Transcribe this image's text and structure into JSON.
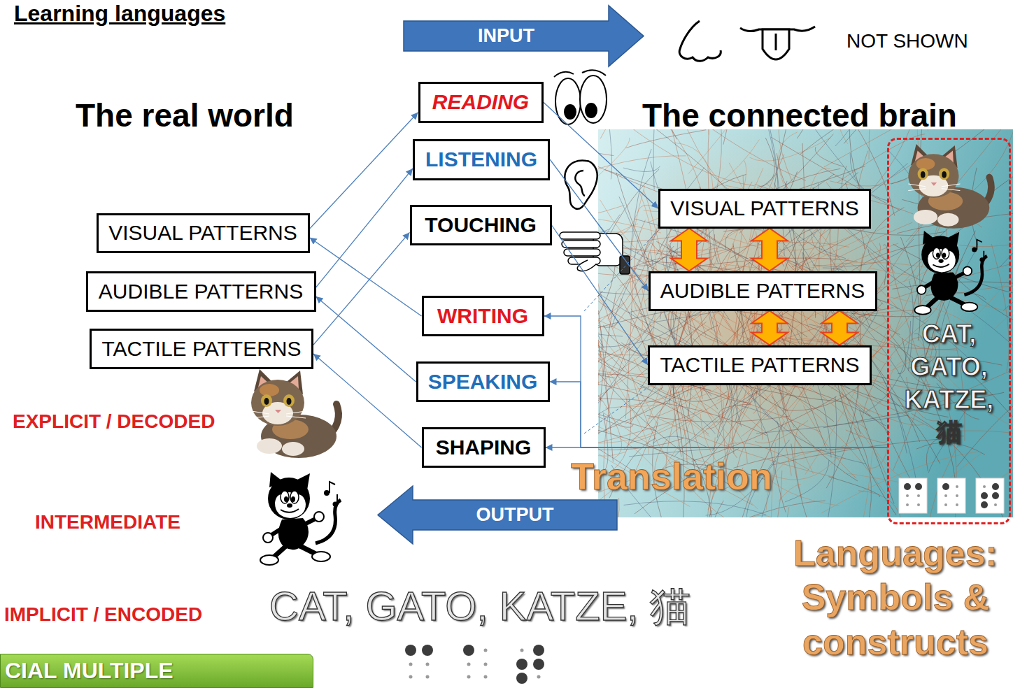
{
  "diagram": {
    "title": "Learning languages",
    "nodes": [
      {
        "text": [
          "INPUT"
        ]
      },
      {
        "text": [
          "READING"
        ]
      },
      {
        "text": [
          "LISTENING"
        ]
      },
      {
        "text": [
          "TOUCHING"
        ]
      },
      {
        "text": [
          "WRITING"
        ]
      },
      {
        "text": [
          "SPEAKING"
        ]
      },
      {
        "text": [
          "SHAPING"
        ]
      },
      {
        "text": [
          "OUTPUT"
        ]
      },
      {
        "text": [
          "VISUAL PATTERNS"
        ]
      },
      {
        "text": [
          "AUDIBLE PATTERNS"
        ]
      },
      {
        "text": [
          "TACTILE PATTERNS"
        ]
      },
      {
        "text": [
          "VISUAL PATTERNS"
        ]
      },
      {
        "text": [
          "AUDIBLE PATTERNS"
        ]
      },
      {
        "text": [
          "TACTILE PATTERNS"
        ]
      },
      {
        "text": [
          "CAT, GATO, KATZE, 猫"
        ]
      },
      {
        "text": [
          "CIAL MULTIPLE"
        ]
      }
    ],
    "edges": [
      {
        "from": 8,
        "to": 1,
        "arrow": "to"
      },
      {
        "from": 9,
        "to": 2,
        "arrow": "to"
      },
      {
        "from": 10,
        "to": 3,
        "arrow": "to"
      },
      {
        "from": 4,
        "to": 8,
        "arrow": "to"
      },
      {
        "from": 5,
        "to": 9,
        "arrow": "to"
      },
      {
        "from": 6,
        "to": 10,
        "arrow": "to"
      },
      {
        "from": 1,
        "to": 11,
        "arrow": "to"
      },
      {
        "from": 2,
        "to": 12,
        "arrow": "to"
      },
      {
        "from": 3,
        "to": 13,
        "arrow": "to"
      },
      {
        "from": 14,
        "to": 4,
        "arrow": "to"
      },
      {
        "from": 14,
        "to": 5,
        "arrow": "to"
      },
      {
        "from": 14,
        "to": 6,
        "arrow": "to"
      },
      {
        "from": 11,
        "to": 12,
        "arrow": "both"
      },
      {
        "from": 11,
        "to": 12,
        "arrow": "both"
      },
      {
        "from": 12,
        "to": 13,
        "arrow": "both"
      },
      {
        "from": 12,
        "to": 13,
        "arrow": "both"
      }
    ],
    "labels": [
      "The real world",
      "The connected brain",
      "NOT SHOWN",
      "EXPLICIT / DECODED",
      "INTERMEDIATE",
      "IMPLICIT / ENCODED",
      "CAT, GATO, KATZE, 猫",
      "Translation",
      "Languages: Symbols & constructs"
    ]
  }
}
